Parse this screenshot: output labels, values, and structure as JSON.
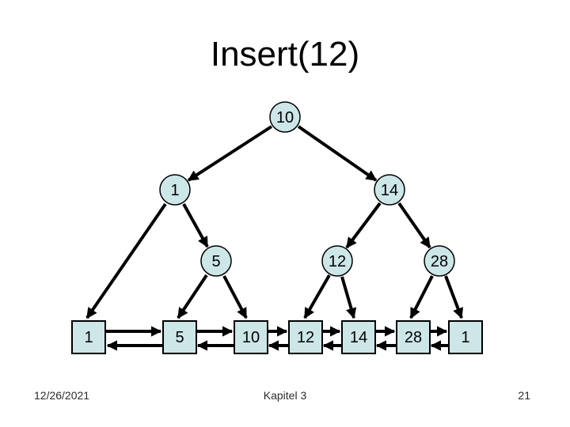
{
  "title": "Insert(12)",
  "colors": {
    "node_fill": "#cde6e8",
    "node_stroke": "#000000",
    "edge": "#000000",
    "background": "#ffffff"
  },
  "diagram": {
    "tree": {
      "nodes": [
        {
          "label": "10",
          "level": 0,
          "children": [
            "1",
            "14"
          ]
        },
        {
          "label": "1",
          "level": 1,
          "children": [
            "leaf 1",
            "5"
          ]
        },
        {
          "label": "14",
          "level": 1,
          "children": [
            "12",
            "28"
          ]
        },
        {
          "label": "5",
          "level": 2,
          "children": [
            "leaf 5",
            "leaf 10"
          ]
        },
        {
          "label": "12",
          "level": 2,
          "children": [
            "leaf 12",
            "leaf 14"
          ]
        },
        {
          "label": "28",
          "level": 2,
          "children": [
            "leaf 28",
            "leaf 1"
          ]
        }
      ]
    },
    "leaf_list": {
      "doubly_linked": true,
      "items": [
        {
          "label": "1"
        },
        {
          "label": "5"
        },
        {
          "label": "10"
        },
        {
          "label": "12"
        },
        {
          "label": "14"
        },
        {
          "label": "28"
        },
        {
          "label": "1"
        }
      ]
    }
  },
  "footer": {
    "date": "12/26/2021",
    "section": "Kapitel 3",
    "page_number": "21"
  }
}
